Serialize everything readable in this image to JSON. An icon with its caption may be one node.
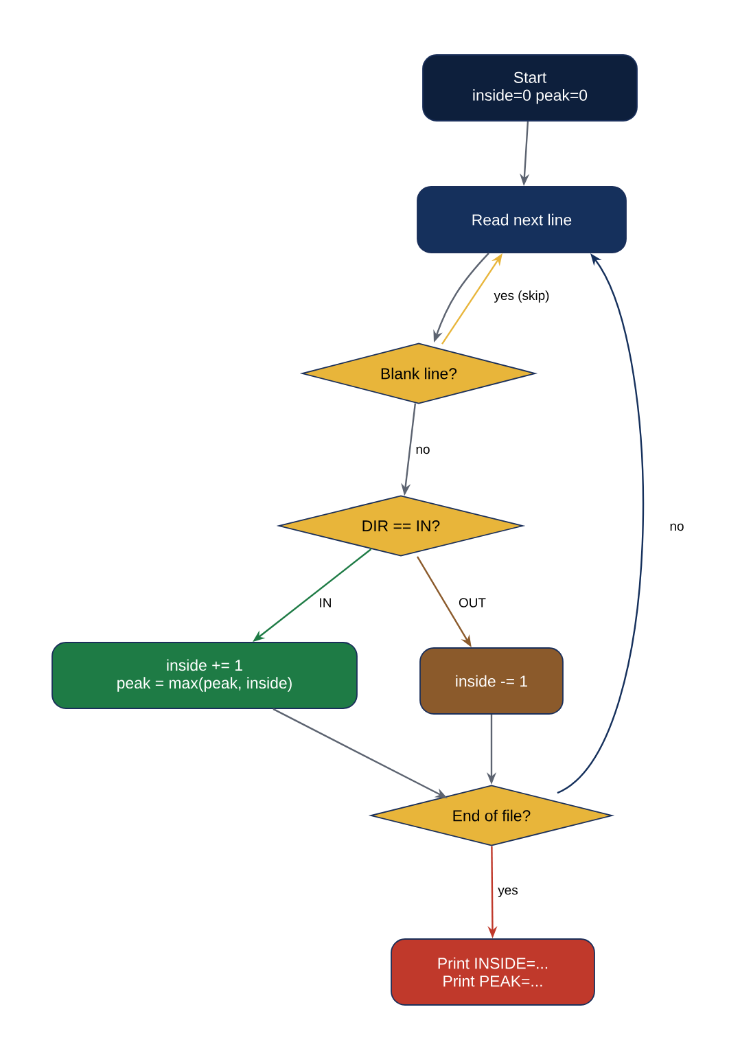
{
  "diagram": {
    "nodes": [
      {
        "text": [
          "Start",
          "inside=0 peak=0"
        ]
      },
      {
        "text": [
          "Read next line"
        ]
      },
      {
        "text": [
          "Blank line?"
        ]
      },
      {
        "text": [
          "DIR == IN?"
        ]
      },
      {
        "text": [
          "inside += 1",
          "peak = max(peak, inside)"
        ]
      },
      {
        "text": [
          "inside -= 1"
        ]
      },
      {
        "text": [
          "End of file?"
        ]
      },
      {
        "text": [
          "Print INSIDE=...",
          "Print PEAK=..."
        ]
      }
    ],
    "edges": [
      {
        "from": 0,
        "to": 1,
        "arrow": "to"
      },
      {
        "from": 1,
        "to": 2,
        "arrow": "to"
      },
      {
        "from": 2,
        "to": 1,
        "arrow": "to",
        "label": "yes (skip)",
        "color": "#e8b53a"
      },
      {
        "from": 2,
        "to": 3,
        "arrow": "to",
        "label": "no"
      },
      {
        "from": 3,
        "to": 4,
        "arrow": "to",
        "label": "IN",
        "color": "#1e7b45"
      },
      {
        "from": 3,
        "to": 5,
        "arrow": "to",
        "label": "OUT",
        "color": "#8b5a2b"
      },
      {
        "from": 4,
        "to": 6,
        "arrow": "to"
      },
      {
        "from": 5,
        "to": 6,
        "arrow": "to"
      },
      {
        "from": 6,
        "to": 1,
        "arrow": "to",
        "label": "no",
        "color": "#15305c"
      },
      {
        "from": 6,
        "to": 7,
        "arrow": "to",
        "label": "yes",
        "color": "#c0392b"
      }
    ]
  }
}
